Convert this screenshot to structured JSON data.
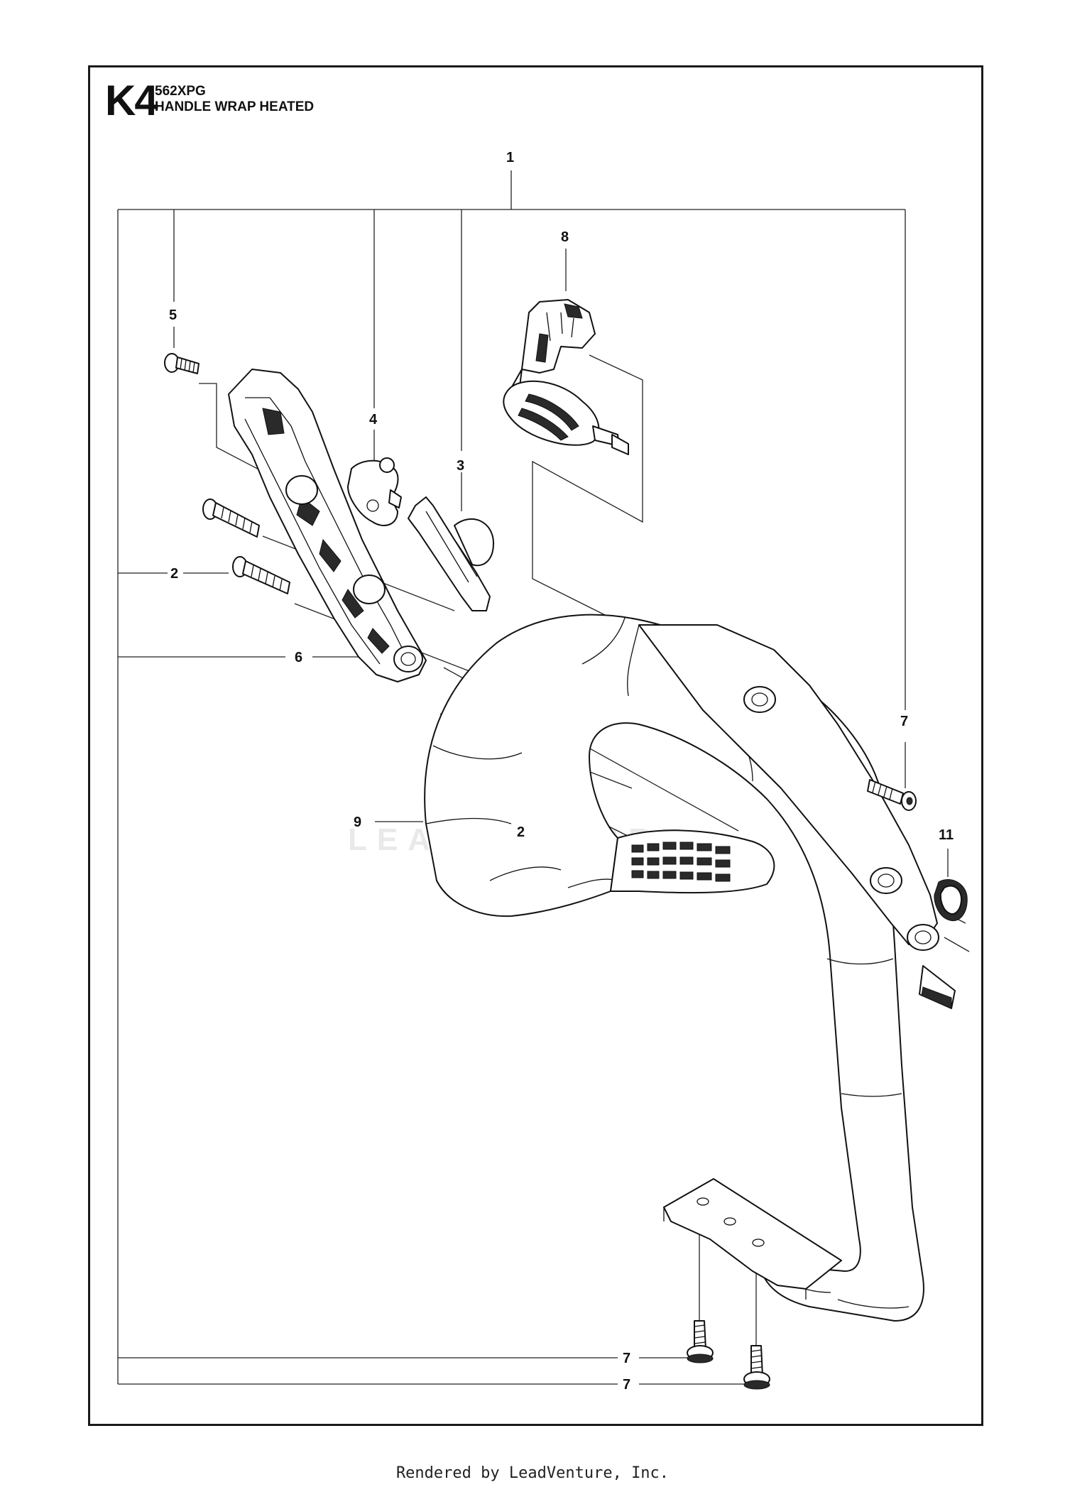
{
  "header": {
    "section_code": "K4",
    "model": "562XPG",
    "section_title": "HANDLE WRAP HEATED"
  },
  "callouts": {
    "c1": "1",
    "c2a": "2",
    "c2b": "2",
    "c3": "3",
    "c4": "4",
    "c5": "5",
    "c6": "6",
    "c7a": "7",
    "c7b": "7",
    "c7c": "7",
    "c8": "8",
    "c9": "9",
    "c11": "11"
  },
  "watermark": "LEADVENTURE",
  "footer": "Rendered by LeadVenture, Inc."
}
